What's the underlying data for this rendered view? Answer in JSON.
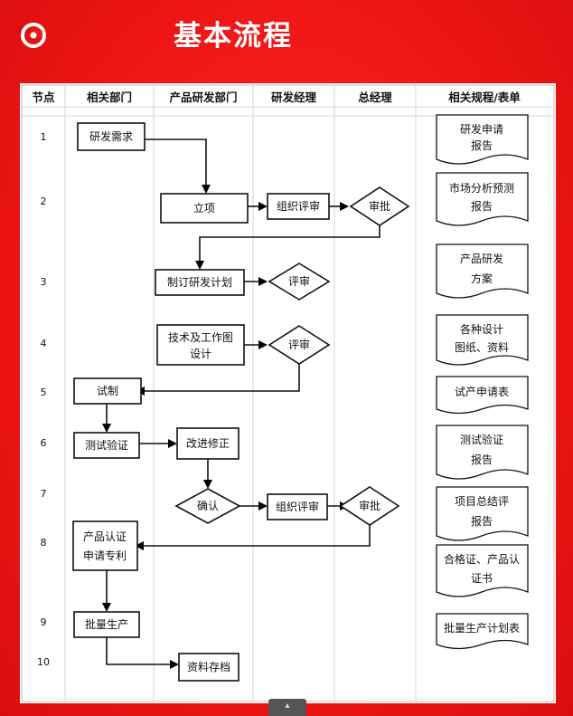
{
  "header": {
    "title": "基本流程"
  },
  "table": {
    "columns": [
      "节点",
      "相关部门",
      "产品研发部门",
      "研发经理",
      "总经理",
      "相关规程/表单"
    ],
    "rows": [
      "1",
      "2",
      "3",
      "4",
      "5",
      "6",
      "7",
      "8",
      "9",
      "10"
    ]
  },
  "flow": {
    "steps": {
      "s1": "研发需求",
      "s2": "立项",
      "s3": "组织评审",
      "s4": "审批",
      "s5": "制订研发计划",
      "s6": "评审",
      "s7a": "技术及工作图",
      "s7b": "设计",
      "s8": "评审",
      "s9": "试制",
      "s10": "测试验证",
      "s11": "改进修正",
      "s12": "确认",
      "s13": "组织评审",
      "s14": "审批",
      "s15a": "产品认证",
      "s15b": "申请专利",
      "s16": "批量生产",
      "s17": "资料存档"
    },
    "documents": [
      {
        "line1": "研发申请",
        "line2": "报告"
      },
      {
        "line1": "市场分析预测",
        "line2": "报告"
      },
      {
        "line1": "产品研发",
        "line2": "方案"
      },
      {
        "line1": "各种设计",
        "line2": "图纸、资料"
      },
      {
        "line1": "试产申请表",
        "line2": ""
      },
      {
        "line1": "测试验证",
        "line2": "报告"
      },
      {
        "line1": "项目总结评",
        "line2": "报告"
      },
      {
        "line1": "合格证、产品认",
        "line2": "证书"
      },
      {
        "line1": "批量生产计划表",
        "line2": ""
      }
    ]
  }
}
